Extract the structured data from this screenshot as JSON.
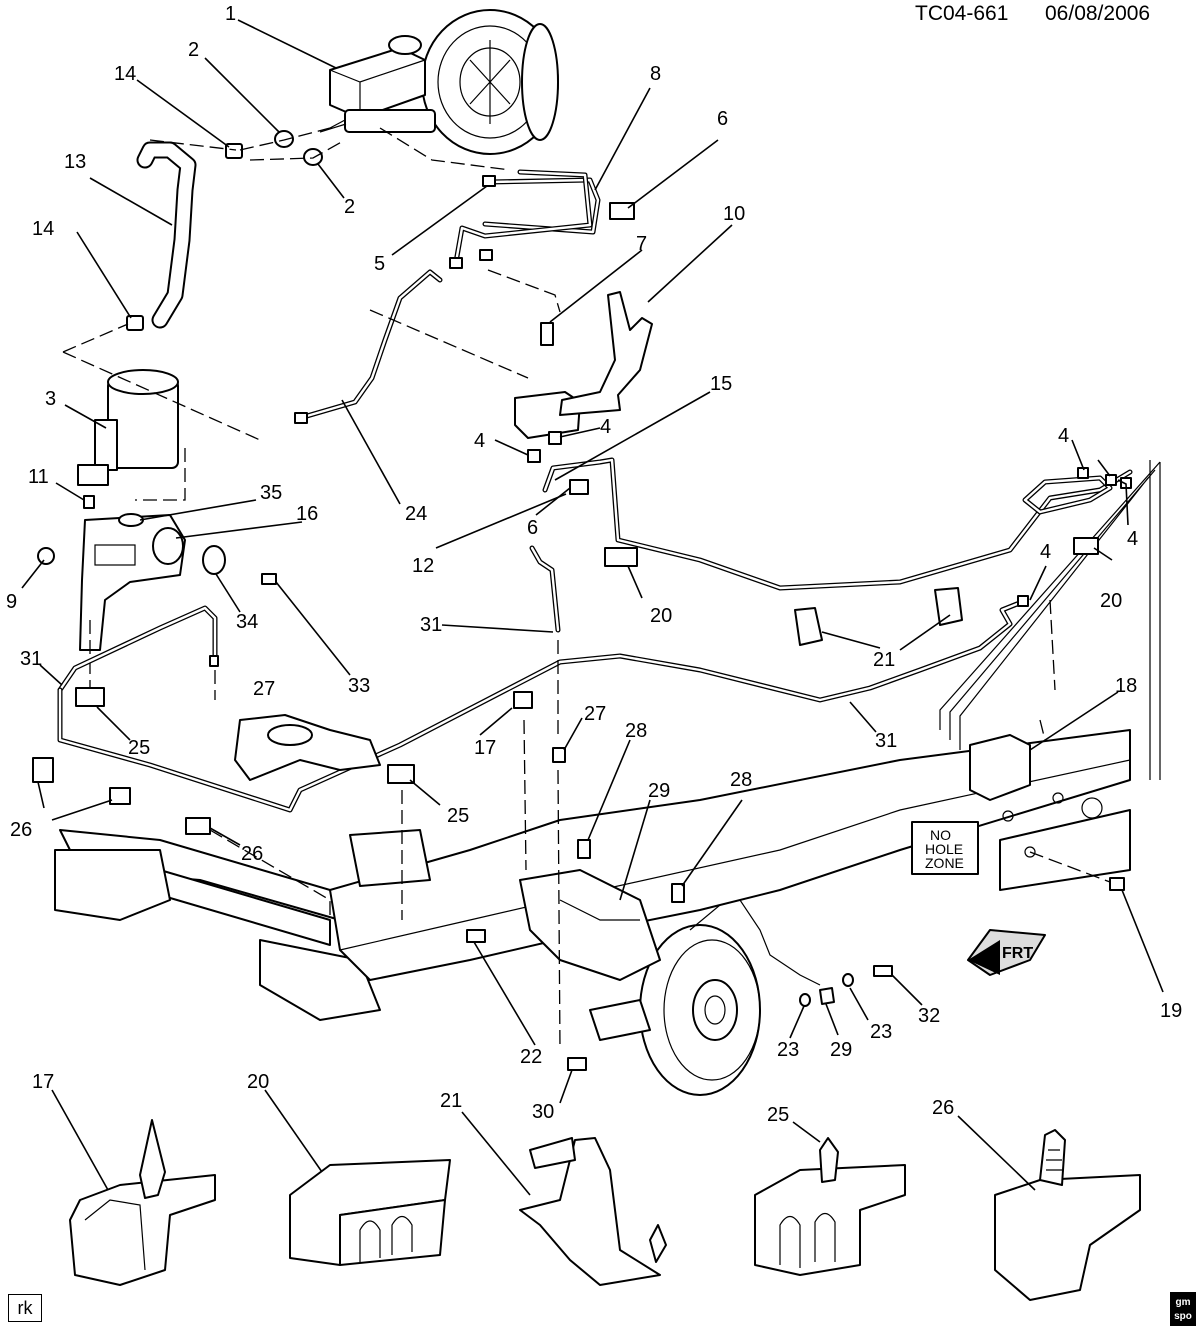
{
  "header": {
    "drawing_code": "TC04-661",
    "date": "06/08/2006"
  },
  "callouts": {
    "c1": "1",
    "c2a": "2",
    "c2b": "2",
    "c3": "3",
    "c4a": "4",
    "c4b": "4",
    "c4c": "4",
    "c4d": "4",
    "c4e": "4",
    "c5": "5",
    "c6a": "6",
    "c6b": "6",
    "c7": "7",
    "c8": "8",
    "c9": "9",
    "c10": "10",
    "c11": "11",
    "c12": "12",
    "c13": "13",
    "c14a": "14",
    "c14b": "14",
    "c15": "15",
    "c16": "16",
    "c17a": "17",
    "c17b": "17",
    "c18": "18",
    "c19": "19",
    "c20a": "20",
    "c20b": "20",
    "c20c": "20",
    "c21a": "21",
    "c21b": "21",
    "c22": "22",
    "c23a": "23",
    "c23b": "23",
    "c24": "24",
    "c25a": "25",
    "c25b": "25",
    "c25c": "25",
    "c26a": "26",
    "c26b": "26",
    "c26c": "26",
    "c27a": "27",
    "c27b": "27",
    "c28a": "28",
    "c28b": "28",
    "c29a": "29",
    "c29b": "29",
    "c30": "30",
    "c31a": "31",
    "c31b": "31",
    "c31c": "31",
    "c32": "32",
    "c33": "33",
    "c34": "34",
    "c35": "35"
  },
  "frame_stamp": {
    "line1": "NO",
    "line2": "HOLE",
    "line3": "ZONE"
  },
  "front_arrow": "FRT",
  "footer": {
    "artist_initials": "rk",
    "logo_line1": "gm",
    "logo_line2": "spo"
  }
}
